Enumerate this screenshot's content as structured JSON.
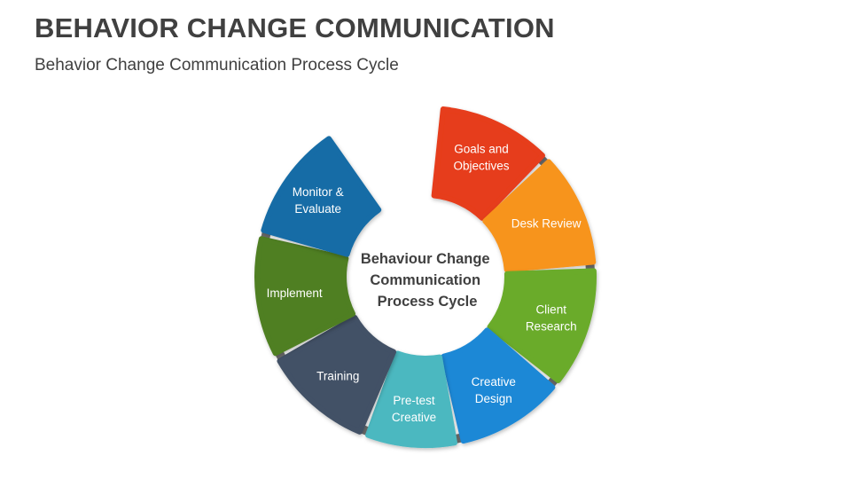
{
  "header": {
    "title": "BEHAVIOR CHANGE COMMUNICATION",
    "subtitle": "Behavior Change Communication Process Cycle"
  },
  "diagram": {
    "center_lines": [
      "Behaviour Change",
      "Communication",
      "Process Cycle"
    ],
    "segments": [
      {
        "lines": [
          "Goals and",
          "Objectives"
        ],
        "color": "#E63E1A",
        "start": 6,
        "end": 44
      },
      {
        "lines": [
          "Desk Review"
        ],
        "color": "#F7941D",
        "start": 47,
        "end": 85
      },
      {
        "lines": [
          "Client",
          "Research"
        ],
        "color": "#6AAB2A",
        "start": 88,
        "end": 128
      },
      {
        "lines": [
          "Creative",
          "Design"
        ],
        "color": "#1B88D6",
        "start": 131,
        "end": 167
      },
      {
        "lines": [
          "Pre-test",
          "Creative"
        ],
        "color": "#4CB8C0",
        "start": 170,
        "end": 200
      },
      {
        "lines": [
          "Training"
        ],
        "color": "#425166",
        "start": 203,
        "end": 240
      },
      {
        "lines": [
          "Implement"
        ],
        "color": "#4F7F24",
        "start": 243,
        "end": 283
      },
      {
        "lines": [
          "Monitor &",
          "Evaluate"
        ],
        "color": "#136CA6",
        "start": 286,
        "end": 325
      }
    ],
    "connector_color": "#6E6E6E"
  }
}
